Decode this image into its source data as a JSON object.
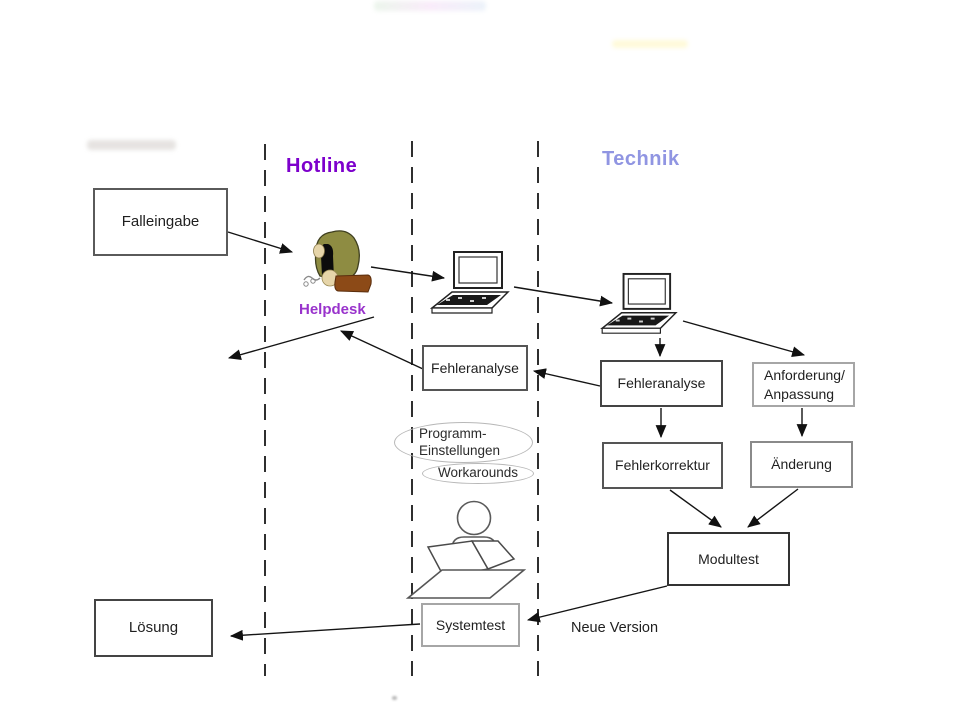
{
  "page": {
    "type": "process-flow-diagram",
    "background": "#ffffff"
  },
  "lanes": {
    "hotline": {
      "label": "Hotline",
      "color": "#7d00cc"
    },
    "technik": {
      "label": "Technik",
      "color": "#9095e2"
    },
    "divider_count": 3
  },
  "boxes": {
    "falleingabe": "Falleingabe",
    "fehleranalyse_hotline": "Fehleranalyse",
    "fehleranalyse_technik": "Fehleranalyse",
    "anforderung_anpassung": "Anforderung/\nAnpassung",
    "fehlerkorrektur": "Fehlerkorrektur",
    "aenderung": "Änderung",
    "modultest": "Modultest",
    "systemtest": "Systemtest",
    "loesung": "Lösung"
  },
  "ellipses": {
    "programm_einstellungen": "Programm-\nEinstellungen",
    "workarounds": "Workarounds"
  },
  "labels": {
    "helpdesk": "Helpdesk",
    "neue_version": "Neue Version"
  },
  "icons": {
    "helpdesk_person": "helpdesk-person-icon",
    "hotline_laptop": "laptop-icon",
    "technik_laptop": "laptop-icon",
    "person_at_desk": "person-at-desk-icon"
  },
  "colors": {
    "hotline_label": "#7d00cc",
    "technik_label": "#9095e2",
    "helpdesk_label": "#9933cc",
    "connector": "#141414",
    "box_border_dark": "#4d4d4d",
    "box_border_light": "#a6a6a6"
  }
}
